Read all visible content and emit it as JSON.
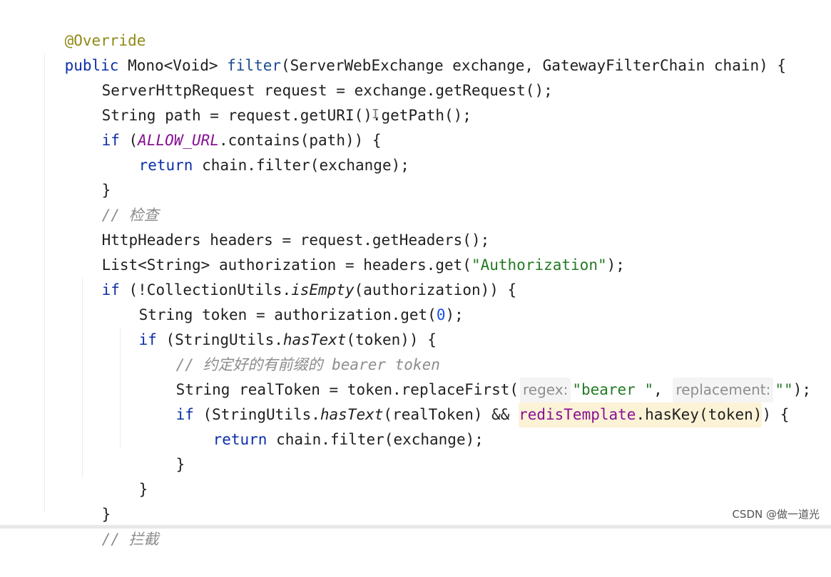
{
  "code": {
    "l1": {
      "annotation": "@Override"
    },
    "l2": {
      "kw": "public",
      "t1": " Mono<Void> ",
      "fn": "filter",
      "t2": "(ServerWebExchange exchange, GatewayFilterChain chain) {"
    },
    "l3": {
      "t": "ServerHttpRequest request = exchange.getRequest();"
    },
    "l4": {
      "t": "String path = request.getURI().getPath();"
    },
    "l5": {
      "kw": "if",
      "t1": " (",
      "const": "ALLOW_URL",
      "t2": ".contains(path)) {"
    },
    "l6": {
      "kw": "return",
      "t": " chain.filter(exchange);"
    },
    "l7": {
      "t": "}"
    },
    "l8": {
      "comment": "// 检查"
    },
    "l9": {
      "t": "HttpHeaders headers = request.getHeaders();"
    },
    "l10": {
      "t1": "List<String> authorization = headers.get(",
      "str": "\"Authorization\"",
      "t2": ");"
    },
    "l11": {
      "kw": "if",
      "t1": " (!CollectionUtils.",
      "static": "isEmpty",
      "t2": "(authorization)) {"
    },
    "l12": {
      "t1": "String token = authorization.get(",
      "num": "0",
      "t2": ");"
    },
    "l13": {
      "kw": "if",
      "t1": " (StringUtils.",
      "static": "hasText",
      "t2": "(token)) {"
    },
    "l14": {
      "comment": "// 约定好的有前缀的 bearer token"
    },
    "l15": {
      "t1": "String realToken = token.replaceFirst(",
      "hint1": "regex:",
      "str1": "\"bearer \"",
      "sep": ",",
      "hint2": "replacement:",
      "str2": "\"\"",
      "t2": ");"
    },
    "l16": {
      "kw": "if",
      "t1": " (StringUtils.",
      "static": "hasText",
      "t2": "(realToken) && ",
      "field": "redisTemplate",
      "t3": ".hasKey(token)",
      "t4": ") {"
    },
    "l17": {
      "kw": "return",
      "t": " chain.filter(exchange);"
    },
    "l18": {
      "t": "}"
    },
    "l19": {
      "t": "}"
    },
    "l20": {
      "t": "}"
    },
    "l21": {
      "comment": "// 拦截"
    }
  },
  "watermark": "CSDN @做一道光"
}
